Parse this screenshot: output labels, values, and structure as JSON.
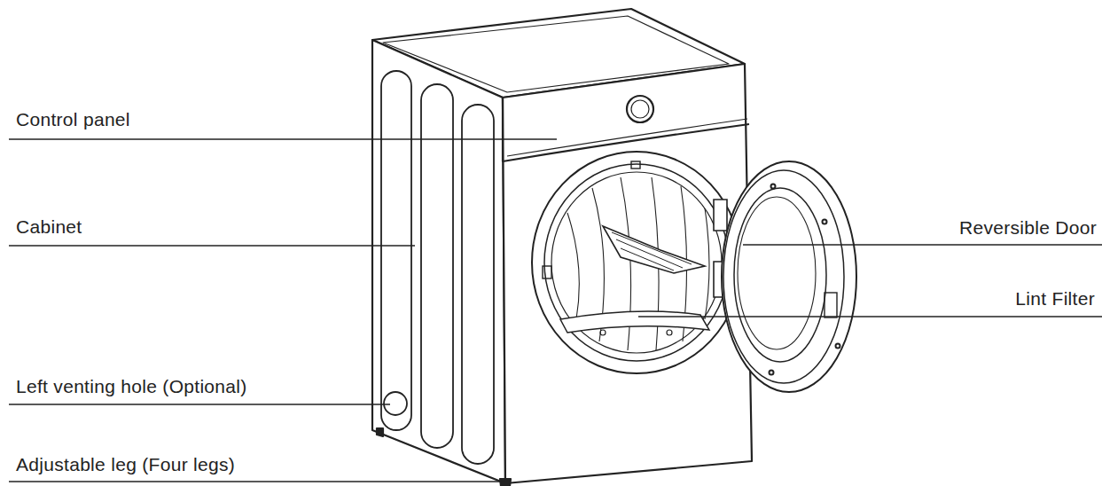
{
  "diagram": {
    "labels": [
      "Control panel",
      "Cabinet",
      "Left venting hole (Optional)",
      "Adjustable leg (Four legs)",
      "Reversible Door",
      "Lint Filter"
    ]
  }
}
